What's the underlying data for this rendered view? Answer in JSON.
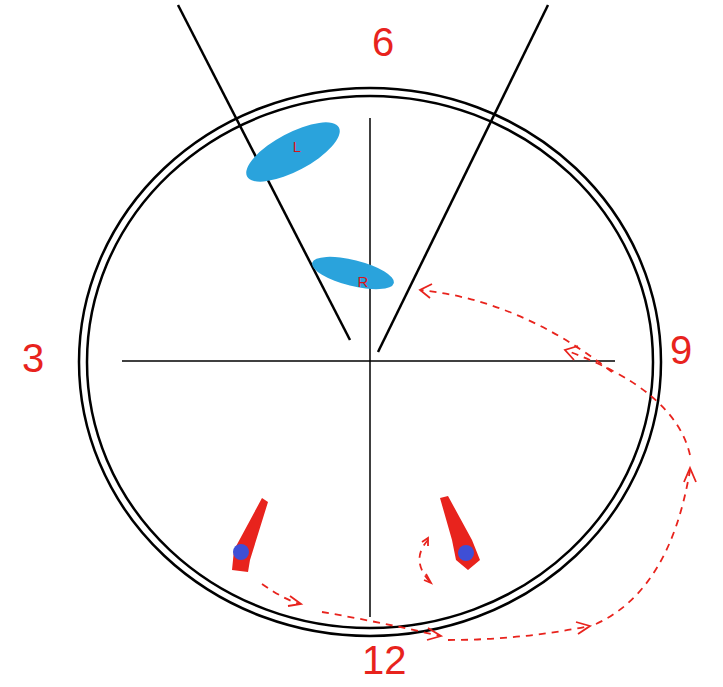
{
  "diagram": {
    "nodes": [
      {
        "text": [
          "L"
        ]
      },
      {
        "text": [
          "R"
        ]
      }
    ],
    "labels": [
      "6",
      "3",
      "9",
      "12"
    ]
  }
}
